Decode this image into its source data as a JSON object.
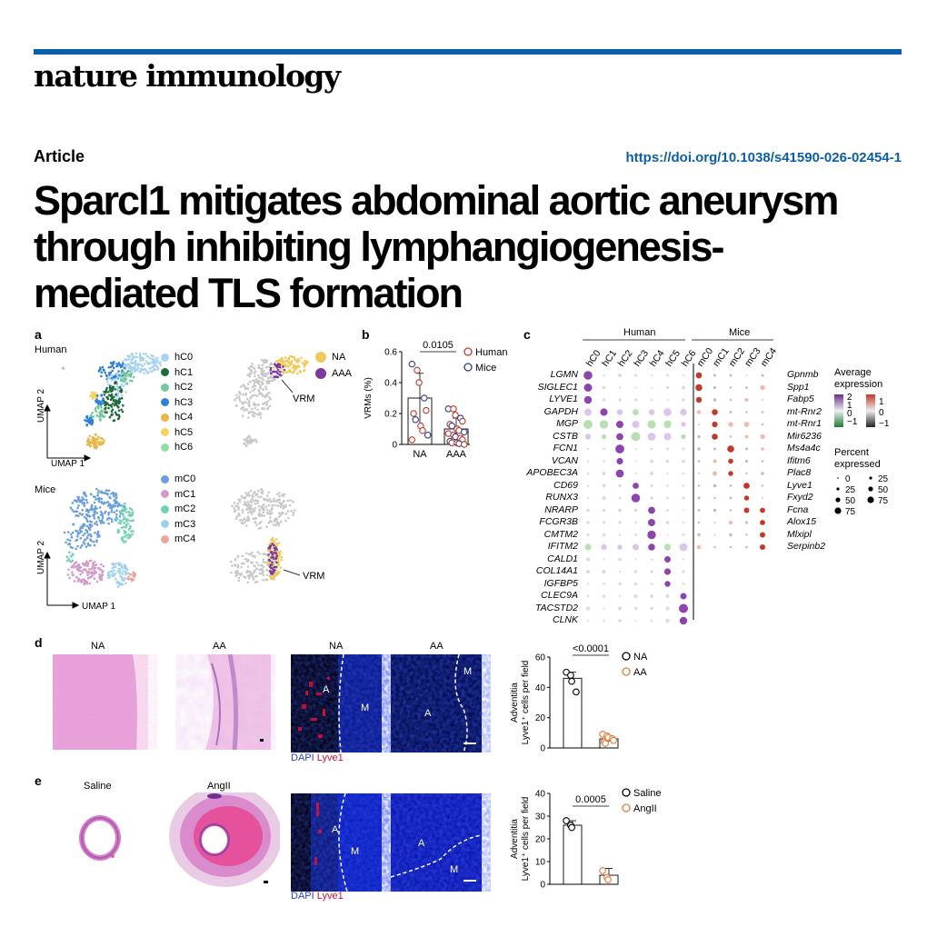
{
  "journal": "nature immunology",
  "article_type": "Article",
  "doi": "https://doi.org/10.1038/s41590-026-02454-1",
  "title_lines": [
    "Sparcl1 mitigates abdominal aortic aneurysm",
    "through inhibiting lymphangiogenesis-",
    "mediated TLS formation"
  ],
  "panel_a": {
    "letter": "a",
    "human_label": "Human",
    "mice_label": "Mice",
    "umap_x": "UMAP 1",
    "umap_y": "UMAP 2",
    "human_clusters": [
      {
        "name": "hC0",
        "color": "#a9d3ee"
      },
      {
        "name": "hC1",
        "color": "#1f6b3a"
      },
      {
        "name": "hC2",
        "color": "#74c69d"
      },
      {
        "name": "hC3",
        "color": "#2f7fd6"
      },
      {
        "name": "hC4",
        "color": "#e8b64a"
      },
      {
        "name": "hC5",
        "color": "#f3d35e"
      },
      {
        "name": "hC6",
        "color": "#8fe0a0"
      }
    ],
    "mice_clusters": [
      {
        "name": "mC0",
        "color": "#6a9fdc"
      },
      {
        "name": "mC1",
        "color": "#d49ac9"
      },
      {
        "name": "mC2",
        "color": "#74d1b4"
      },
      {
        "name": "mC3",
        "color": "#9fd1ef"
      },
      {
        "name": "mC4",
        "color": "#e8a99b"
      }
    ],
    "condition_legend": [
      {
        "name": "NA",
        "color": "#f1c95a"
      },
      {
        "name": "AAA",
        "color": "#7b3a9c"
      }
    ],
    "vrm_label": "VRM"
  },
  "panel_b": {
    "letter": "b",
    "pvalue": "0.0105",
    "legend": [
      {
        "name": "Human",
        "color": "#c0392b"
      },
      {
        "name": "Mice",
        "color": "#2c3e90"
      }
    ]
  },
  "panel_c": {
    "letter": "c",
    "human_header": "Human",
    "mice_header": "Mice",
    "human_cols": [
      "hC0",
      "hC1",
      "hC2",
      "hC3",
      "hC4",
      "hC5",
      "hC6"
    ],
    "mice_cols": [
      "mC0",
      "mC1",
      "mC2",
      "mC3",
      "mC4"
    ],
    "human_genes": [
      "LGMN",
      "SIGLEC1",
      "LYVE1",
      "GAPDH",
      "MGP",
      "CSTB",
      "FCN1",
      "VCAN",
      "APOBEC3A",
      "CD69",
      "RUNX3",
      "NRARP",
      "FCGR3B",
      "CMTM2",
      "IFITM2",
      "CALD1",
      "COL14A1",
      "IGFBP5",
      "CLEC9A",
      "TACSTD2",
      "CLNK"
    ],
    "mice_genes": [
      "Gpnmb",
      "Spp1",
      "Fabp5",
      "mt-Rnr2",
      "mt-Rnr1",
      "Mir6236",
      "Ms4a4c",
      "Ifitm6",
      "Plac8",
      "Lyve1",
      "Fxyd2",
      "Fcna",
      "Alox15",
      "Mlxipl",
      "Serpinb2"
    ],
    "avg_expr_title": "Average expression",
    "human_scale": [
      "2",
      "1",
      "0",
      "−1"
    ],
    "mice_scale": [
      "1",
      "0",
      "−1"
    ],
    "pct_title": "Percent expressed",
    "pct_sizes": [
      "0",
      "25",
      "50",
      "75"
    ]
  },
  "panel_d": {
    "letter": "d",
    "he_labels": [
      "NA",
      "AA"
    ],
    "if_labels": [
      "NA",
      "AA"
    ],
    "zone_labels": [
      "A",
      "M"
    ],
    "stain_dapi": "DAPI",
    "stain_lyve": "Lyve1",
    "pvalue": "<0.0001",
    "legend": [
      {
        "name": "NA",
        "color": "#000000"
      },
      {
        "name": "AA",
        "color": "#e07b39"
      }
    ]
  },
  "panel_e": {
    "letter": "e",
    "he_labels": [
      "Saline",
      "AngII"
    ],
    "zone_labels": [
      "A",
      "M"
    ],
    "stain_dapi": "DAPI",
    "stain_lyve": "Lyve1",
    "pvalue": "0.0005",
    "legend": [
      {
        "name": "Saline",
        "color": "#000000"
      },
      {
        "name": "AngII",
        "color": "#e07b39"
      }
    ]
  },
  "chart_data": [
    {
      "type": "bar",
      "panel": "b",
      "ylabel": "VRMs (%)",
      "categories": [
        "NA",
        "AAA"
      ],
      "values": [
        0.3,
        0.1
      ],
      "ylim": [
        0,
        0.6
      ],
      "yticks": [
        "0",
        "0.2",
        "0.4",
        "0.6"
      ],
      "points": {
        "NA": [
          0.52,
          0.48,
          0.4,
          0.3,
          0.22,
          0.2,
          0.16,
          0.12,
          0.09,
          0.06,
          0.03
        ],
        "AAA": [
          0.23,
          0.23,
          0.19,
          0.17,
          0.15,
          0.13,
          0.12,
          0.1,
          0.09,
          0.08,
          0.07,
          0.06,
          0.05,
          0.04,
          0.03,
          0.02,
          0.01,
          0.01,
          0.005,
          0.0
        ]
      }
    },
    {
      "type": "bar",
      "panel": "d",
      "ylabel": "Adventitia Lyve1⁺ cells per field",
      "categories": [
        "NA",
        "AA"
      ],
      "values": [
        46,
        6
      ],
      "ylim": [
        0,
        60
      ],
      "yticks": [
        "0",
        "20",
        "40",
        "60"
      ],
      "points": {
        "NA": [
          50,
          48,
          44,
          37
        ],
        "AA": [
          9,
          8,
          7,
          6,
          5,
          4,
          3
        ]
      }
    },
    {
      "type": "bar",
      "panel": "e",
      "ylabel": "Adventitia Lyve1⁺ cells per field",
      "categories": [
        "Saline",
        "AngII"
      ],
      "values": [
        26,
        4
      ],
      "ylim": [
        0,
        40
      ],
      "yticks": [
        "0",
        "10",
        "20",
        "30",
        "40"
      ],
      "points": {
        "Saline": [
          28,
          26,
          25
        ],
        "AngII": [
          6,
          3,
          2
        ]
      }
    }
  ]
}
